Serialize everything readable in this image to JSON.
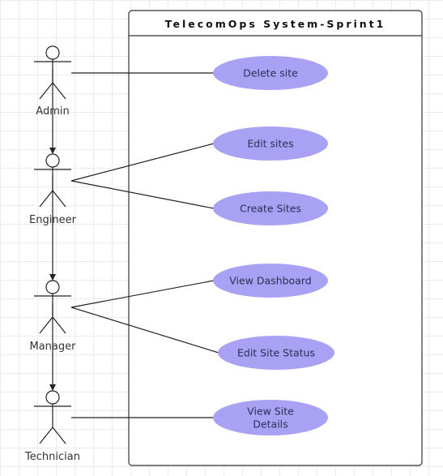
{
  "system": {
    "title": "TelecomOps System-Sprint1"
  },
  "actors": [
    {
      "id": "admin",
      "label": "Admin"
    },
    {
      "id": "engineer",
      "label": "Engineer"
    },
    {
      "id": "manager",
      "label": "Manager"
    },
    {
      "id": "technician",
      "label": "Technician"
    }
  ],
  "use_cases": [
    {
      "id": "delete-site",
      "lines": [
        "Delete site"
      ]
    },
    {
      "id": "edit-sites",
      "lines": [
        "Edit sites"
      ]
    },
    {
      "id": "create-sites",
      "lines": [
        "Create Sites"
      ]
    },
    {
      "id": "view-dashboard",
      "lines": [
        "View Dashboard"
      ]
    },
    {
      "id": "edit-site-status",
      "lines": [
        "Edit Site Status"
      ]
    },
    {
      "id": "view-site-details",
      "lines": [
        "View Site",
        "Details"
      ]
    }
  ],
  "associations": [
    {
      "actor": "admin",
      "use_case": "delete-site"
    },
    {
      "actor": "engineer",
      "use_case": "edit-sites"
    },
    {
      "actor": "engineer",
      "use_case": "create-sites"
    },
    {
      "actor": "manager",
      "use_case": "view-dashboard"
    },
    {
      "actor": "manager",
      "use_case": "edit-site-status"
    },
    {
      "actor": "technician",
      "use_case": "view-site-details"
    }
  ],
  "generalizations": [
    {
      "from": "admin",
      "to": "engineer"
    },
    {
      "from": "engineer",
      "to": "manager"
    },
    {
      "from": "manager",
      "to": "technician"
    }
  ],
  "colors": {
    "use_case_fill": "#a9a2f4",
    "use_case_text": "#2d2d55",
    "stroke": "#222222",
    "boundary": "#333333"
  }
}
